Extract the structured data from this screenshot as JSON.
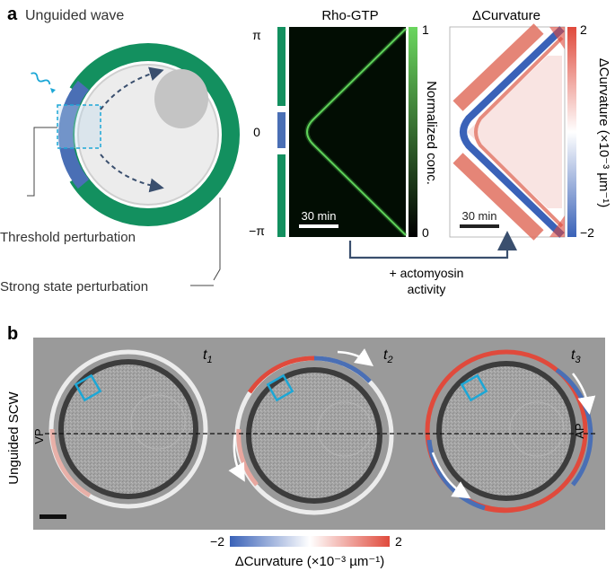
{
  "panel_a": {
    "letter": "a",
    "title": "Unguided wave",
    "threshold_label": "Threshold perturbation",
    "strong_label": "Strong state perturbation",
    "rho_title": "Rho-GTP",
    "curv_title": "ΔCurvature",
    "y_ticks": [
      "π",
      "0",
      "−π"
    ],
    "scale_bar_label": "30 min",
    "conc_colorbar": {
      "label": "Normalized conc.",
      "max": "1",
      "min": "0",
      "color_low": "#000000",
      "color_high": "#5fd05a"
    },
    "curv_colorbar": {
      "label": "ΔCurvature (×10⁻³ µm⁻¹)",
      "max": "2",
      "min": "−2",
      "color_low": "#3a62b8",
      "color_mid": "#ffffff",
      "color_high": "#e04a3c"
    },
    "arrow_label_line1": "+ actomyosin",
    "arrow_label_line2": "activity"
  },
  "panel_b": {
    "letter": "b",
    "ylabel": "Unguided SCW",
    "time_labels": [
      "t1",
      "t2",
      "t3"
    ],
    "time_base": "t",
    "time_subs": [
      "1",
      "2",
      "3"
    ],
    "vp_label": "VP",
    "ap_label": "AP",
    "colorbar": {
      "min": "−2",
      "max": "2",
      "label": "ΔCurvature (×10⁻³ µm⁻¹)"
    }
  },
  "colors": {
    "green_ring": "#13905f",
    "blue_perturb": "#4a6fb5",
    "cyan": "#1ca7d6",
    "arrow_blue": "#3a4f6e",
    "gray_bg": "#9a9a9a"
  }
}
